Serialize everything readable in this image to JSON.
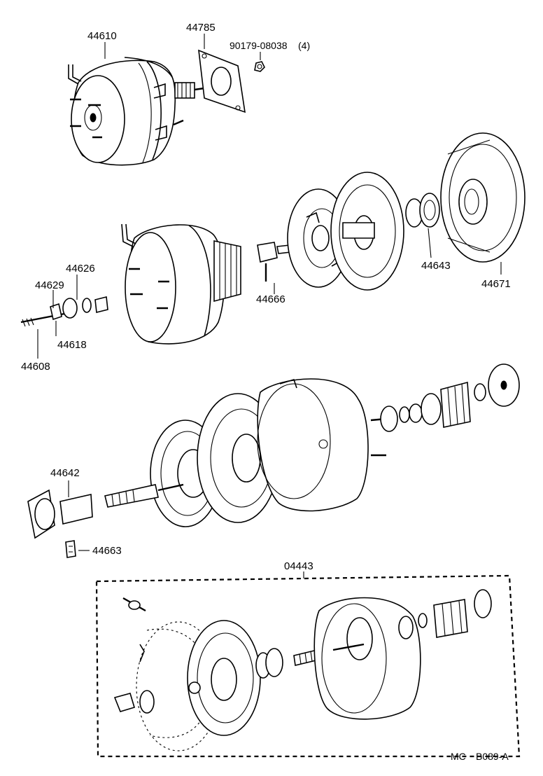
{
  "title": "",
  "part_labels": {
    "p44610": "44610",
    "p44785": "44785",
    "p90179": "90179-08038",
    "p90179_qty": "(4)",
    "p44626": "44626",
    "p44629": "44629",
    "p44618": "44618",
    "p44608": "44608",
    "p44666": "44666",
    "p44643": "44643",
    "p44671": "44671",
    "p44642": "44642",
    "p44663": "44663",
    "p04443": "04443"
  },
  "footer": {
    "code_left": "MC",
    "code_right": "B089-A"
  }
}
